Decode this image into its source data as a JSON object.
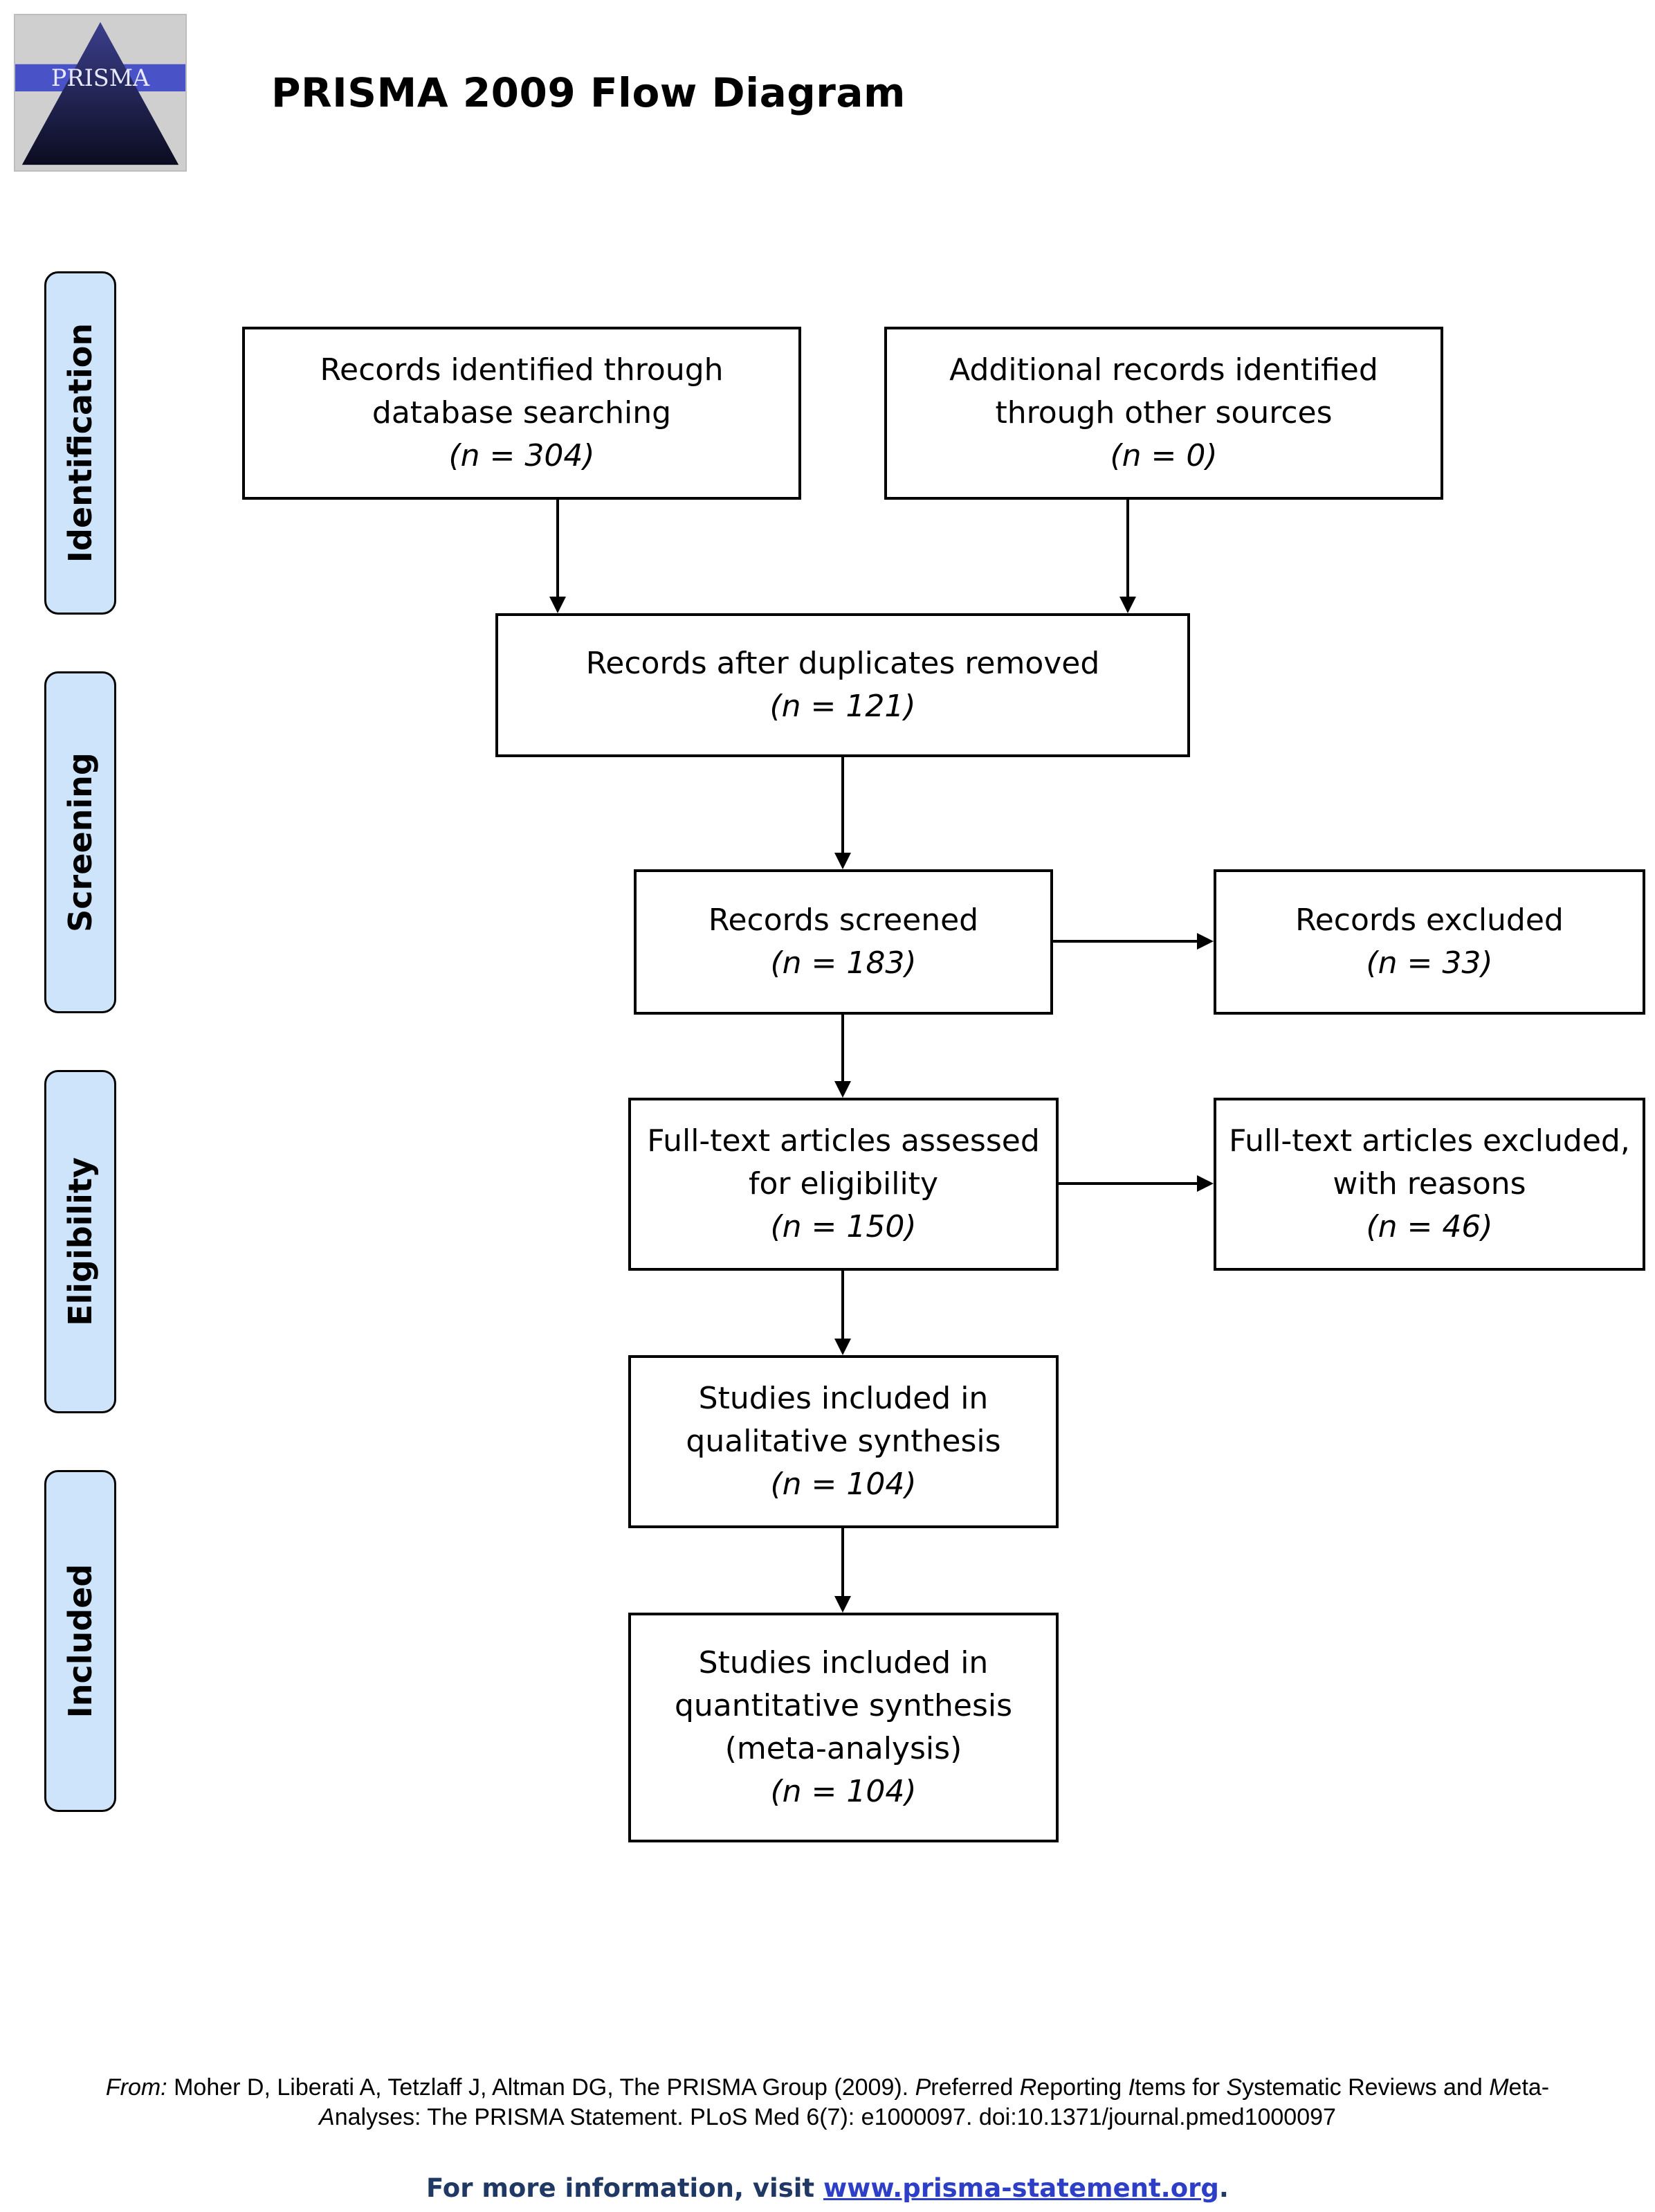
{
  "header": {
    "logo_text": "PRISMA",
    "title": "PRISMA 2009 Flow Diagram"
  },
  "stages": [
    "Identification",
    "Screening",
    "Eligibility",
    "Included"
  ],
  "boxes": {
    "db_search": {
      "lines": [
        "Records identified through",
        "database searching"
      ],
      "n": "(n = 304)"
    },
    "other_sources": {
      "lines": [
        "Additional records identified",
        "through other sources"
      ],
      "n": "(n = 0)"
    },
    "dedup": {
      "lines": [
        "Records after duplicates removed"
      ],
      "n": "(n = 121)"
    },
    "screened": {
      "lines": [
        "Records screened"
      ],
      "n": "(n = 183)"
    },
    "excluded": {
      "lines": [
        "Records excluded"
      ],
      "n": "(n = 33)"
    },
    "fulltext": {
      "lines": [
        "Full-text articles assessed",
        "for eligibility"
      ],
      "n": "(n = 150)"
    },
    "fulltext_excluded": {
      "lines": [
        "Full-text articles excluded,",
        "with reasons"
      ],
      "n": "(n = 46)"
    },
    "qualitative": {
      "lines": [
        "Studies included in",
        "qualitative synthesis"
      ],
      "n": "(n = 104)"
    },
    "quantitative": {
      "lines": [
        "Studies included in",
        "quantitative synthesis",
        "(meta-analysis)"
      ],
      "n": "(n = 104)"
    }
  },
  "footer": {
    "from_label": "From:",
    "citation_authors": "Moher D, Liberati A, Tetzlaff J, Altman DG, The PRISMA Group (2009).",
    "title_p": "P",
    "title_p_rest": "referred ",
    "title_r": "R",
    "title_r_rest": "eporting ",
    "title_i": "I",
    "title_i_rest": "tems for ",
    "title_s": "S",
    "title_s_rest": "ystematic Reviews and ",
    "title_m": "M",
    "title_m_rest": "eta-",
    "title_a": "A",
    "title_a_rest": "nalyses: The PRISMA Statement. PLoS Med 6(7): e1000097. doi:10.1371/journal.pmed1000097",
    "more_info_prefix": "For more information, visit ",
    "more_info_link": "www.prisma-statement.org",
    "more_info_suffix": "."
  }
}
